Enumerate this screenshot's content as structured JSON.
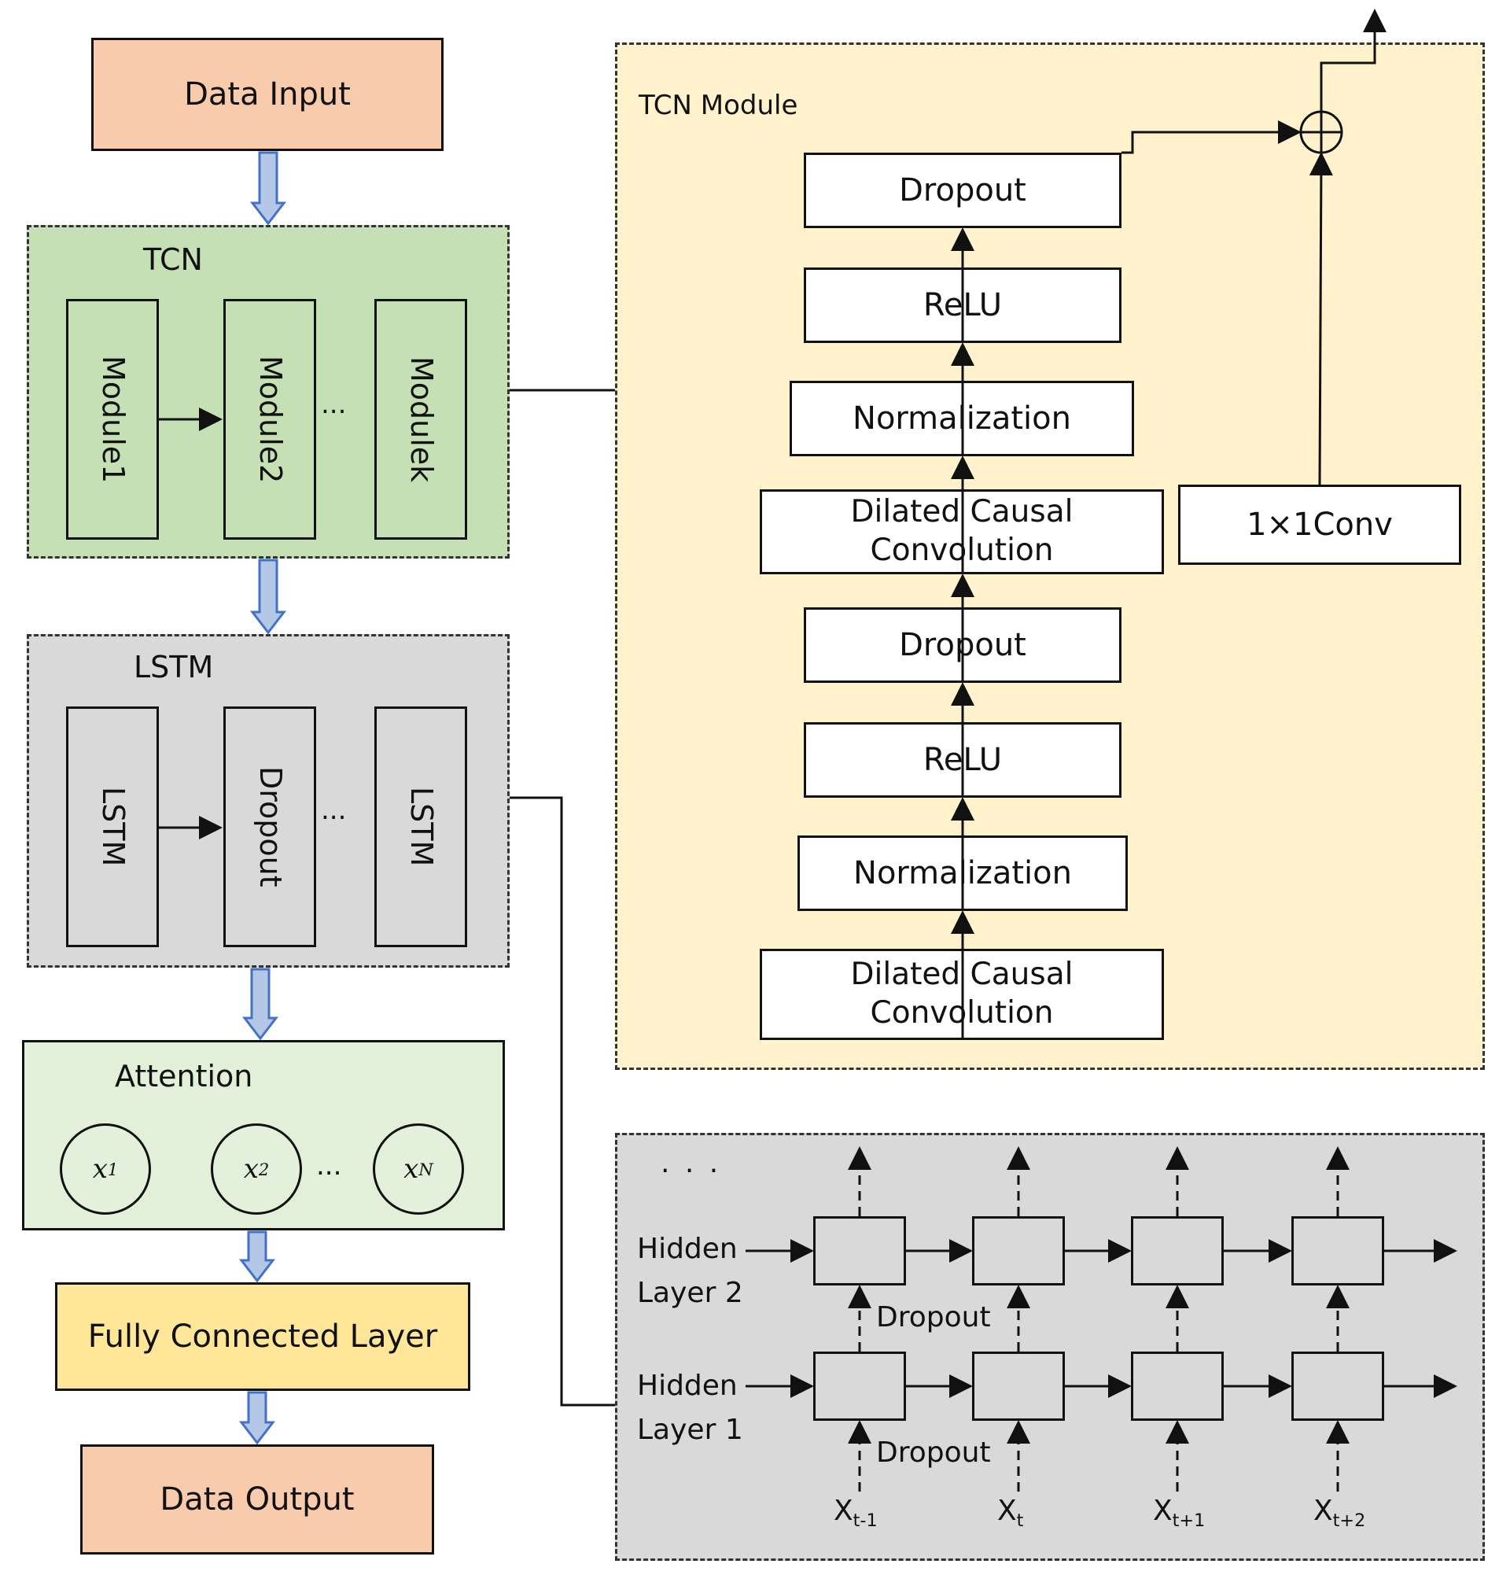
{
  "left": {
    "input": "Data Input",
    "tcn": {
      "title": "TCN",
      "modules": [
        "Module1",
        "Module2",
        "Modulek"
      ],
      "ellipsis": "..."
    },
    "lstm": {
      "title": "LSTM",
      "modules": [
        "LSTM",
        "Dropout",
        "LSTM"
      ],
      "ellipsis": "..."
    },
    "attention": {
      "title": "Attention",
      "nodes": [
        "x",
        "x",
        "x"
      ],
      "subs": [
        "1",
        "2",
        "N"
      ],
      "ellipsis": "..."
    },
    "fc": "Fully Connected Layer",
    "output": "Data Output"
  },
  "tcn_module": {
    "title": "TCN Module",
    "layers": [
      "Dropout",
      "ReLU",
      "Normalization",
      "Dilated Causal Convolution",
      "Dropout",
      "ReLU",
      "Normalization",
      "Dilated Causal Convolution"
    ],
    "conv": "1×1Conv",
    "plus": "⊕"
  },
  "lstm_detail": {
    "ellipsis": ". . .",
    "hidden2": [
      "Hidden",
      "Layer 2"
    ],
    "hidden1": [
      "Hidden",
      "Layer 1"
    ],
    "dropout_top": "Dropout",
    "dropout_bottom": "Dropout",
    "inputs": [
      "X",
      "X",
      "X",
      "X"
    ],
    "input_subs": [
      "t-1",
      "t",
      "t+1",
      "t+2"
    ]
  },
  "colors": {
    "input_output": "#f8cbad",
    "tcn_bg": "#c5e0b4",
    "lstm_bg": "#d9d9d9",
    "attention_bg": "#e2f0d9",
    "fc": "#ffe699",
    "tcn_module_bg": "#fff2cc",
    "arrow_fill": "#b4c7e7",
    "arrow_stroke": "#4472c4"
  }
}
